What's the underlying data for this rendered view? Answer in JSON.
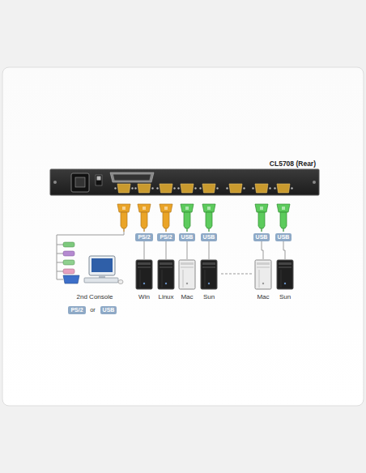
{
  "diagram": {
    "title": "CL5708 (Rear)",
    "nodes": [
      {
        "text": [
          "PS/2"
        ]
      },
      {
        "text": [
          "PS/2"
        ]
      },
      {
        "text": [
          "USB"
        ]
      },
      {
        "text": [
          "USB"
        ]
      },
      {
        "text": [
          "USB"
        ]
      },
      {
        "text": [
          "USB"
        ]
      },
      {
        "text": [
          "Win"
        ]
      },
      {
        "text": [
          "Linux"
        ]
      },
      {
        "text": [
          "Mac"
        ]
      },
      {
        "text": [
          "Sun"
        ]
      },
      {
        "text": [
          "Mac"
        ]
      },
      {
        "text": [
          "Sun"
        ]
      },
      {
        "text": [
          "PS/2"
        ]
      },
      {
        "text": [
          "USB"
        ]
      }
    ],
    "edges": [
      {
        "from": 0,
        "to": 6,
        "arrow": "none"
      },
      {
        "from": 1,
        "to": 7,
        "arrow": "none"
      },
      {
        "from": 2,
        "to": 8,
        "arrow": "none"
      },
      {
        "from": 3,
        "to": 9,
        "arrow": "none"
      },
      {
        "from": 4,
        "to": 10,
        "arrow": "none"
      },
      {
        "from": 5,
        "to": 11,
        "arrow": "none"
      }
    ],
    "labels": [
      "2nd Console",
      "or"
    ]
  }
}
